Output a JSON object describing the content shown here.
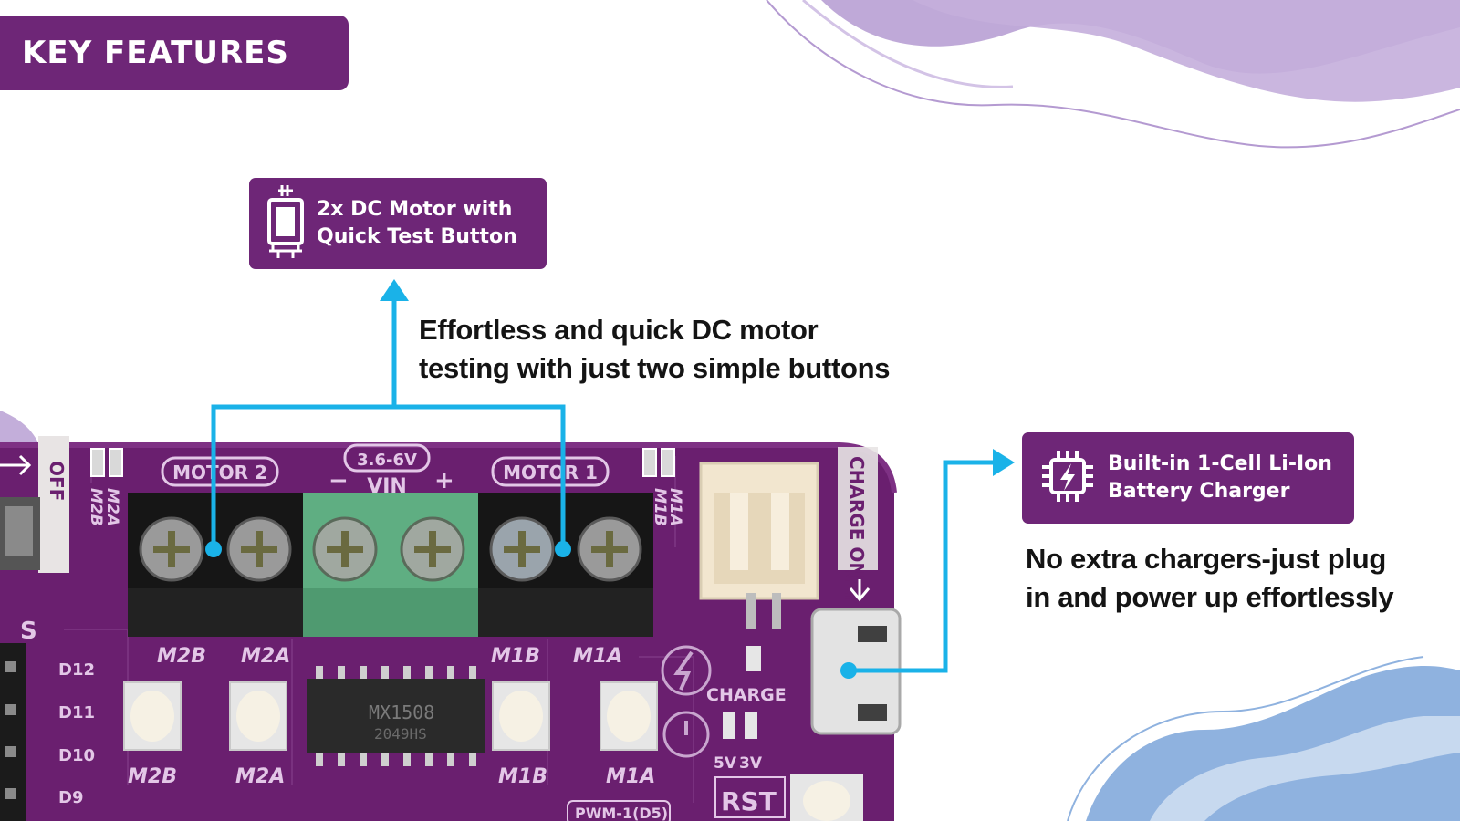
{
  "header": {
    "title": "KEY FEATURES"
  },
  "features": {
    "motor": {
      "icon": "dc-motor-icon",
      "title_line1": "2x DC Motor with",
      "title_line2": "Quick Test Button",
      "desc_line1": "Effortless and quick DC motor",
      "desc_line2": "testing with just two simple buttons"
    },
    "charger": {
      "icon": "battery-chip-icon",
      "title_line1": "Built-in 1-Cell Li-Ion",
      "title_line2": "Battery Charger",
      "desc_line1": "No extra chargers-just plug",
      "desc_line2": "in and power up effortlessly"
    }
  },
  "board": {
    "terminal_labels": [
      "MOTOR 2",
      "VIN",
      "3.6-6V",
      "MOTOR 1"
    ],
    "motor_pins_top": [
      "M2B",
      "M2A",
      "M1B",
      "M1A"
    ],
    "button_labels": [
      "M2B",
      "M2A",
      "M1B",
      "M1A"
    ],
    "pin_labels": [
      "D12",
      "D11",
      "D10",
      "D9"
    ],
    "side_labels": [
      "OFF",
      "CHARGE ONLY",
      "S"
    ],
    "chip_label": "MX1508",
    "chip_code": "2049HS",
    "status_labels": [
      "CHARGE",
      "5V",
      "3V",
      "RST"
    ],
    "pwm_label": "PWM-1(D5)",
    "led_labels": [
      "M2A",
      "M2B",
      "M1A",
      "M1B"
    ]
  },
  "colors": {
    "brand": "#6e2677",
    "pcb": "#6a1f6f",
    "pointer": "#1ab2e8",
    "wave_purple": "#b49ad1",
    "wave_blue": "#8fb2df"
  }
}
